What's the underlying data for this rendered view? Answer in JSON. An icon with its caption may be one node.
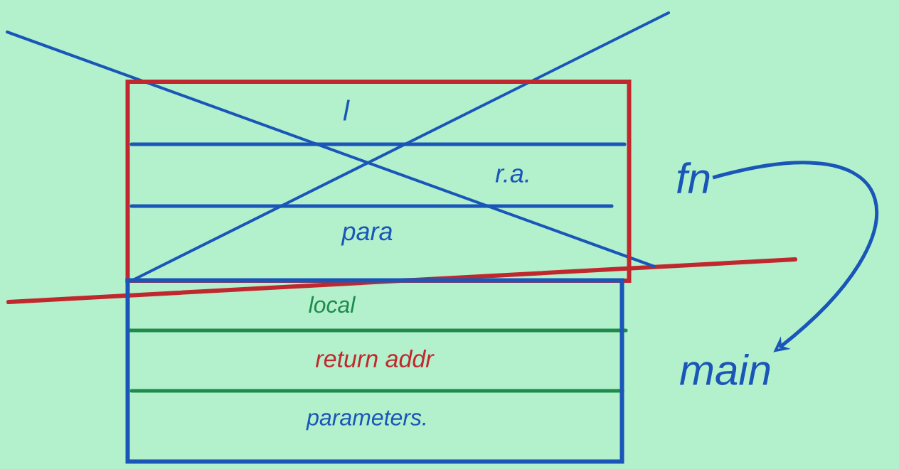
{
  "diagram": {
    "nodes": [
      {
        "text": [],
        "shape": "box"
      },
      {
        "text": [
          "l"
        ],
        "in": 0
      },
      {
        "text": [
          "r.a."
        ],
        "in": 0
      },
      {
        "text": [
          "para"
        ],
        "in": 0
      },
      {
        "text": [
          "fn"
        ]
      },
      {
        "text": [],
        "shape": "box"
      },
      {
        "text": [
          "local"
        ],
        "in": 5
      },
      {
        "text": [
          "return addr"
        ],
        "in": 5
      },
      {
        "text": [
          "parameters."
        ],
        "in": 5
      },
      {
        "text": [
          "main"
        ]
      }
    ],
    "edges": [
      {
        "from": 4,
        "to": 9,
        "arrow": "to"
      }
    ]
  }
}
